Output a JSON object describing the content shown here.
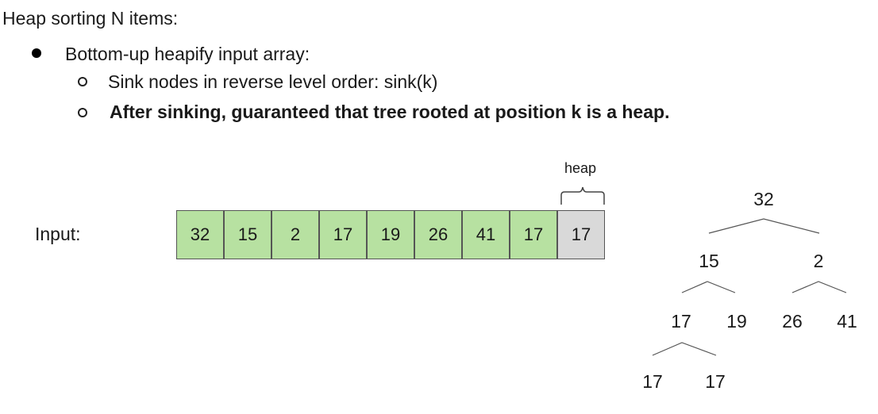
{
  "text": {
    "title": "Heap sorting N items:",
    "bullet1": "Bottom-up heapify input array:",
    "sub1": "Sink nodes in reverse level order: sink(k)",
    "sub2": "After sinking, guaranteed that tree rooted at position k is a heap.",
    "input_label": "Input:",
    "heap_label": "heap"
  },
  "colors": {
    "array_cell": "#b7e1a1",
    "heap_cell": "#d9d9d9"
  },
  "array": [
    {
      "value": "32",
      "in_heap": false
    },
    {
      "value": "15",
      "in_heap": false
    },
    {
      "value": "2",
      "in_heap": false
    },
    {
      "value": "17",
      "in_heap": false
    },
    {
      "value": "19",
      "in_heap": false
    },
    {
      "value": "26",
      "in_heap": false
    },
    {
      "value": "41",
      "in_heap": false
    },
    {
      "value": "17",
      "in_heap": false
    },
    {
      "value": "17",
      "in_heap": true
    }
  ],
  "tree": [
    {
      "value": "32"
    },
    {
      "value": "15"
    },
    {
      "value": "2"
    },
    {
      "value": "17"
    },
    {
      "value": "19"
    },
    {
      "value": "26"
    },
    {
      "value": "41"
    },
    {
      "value": "17"
    },
    {
      "value": "17"
    }
  ]
}
